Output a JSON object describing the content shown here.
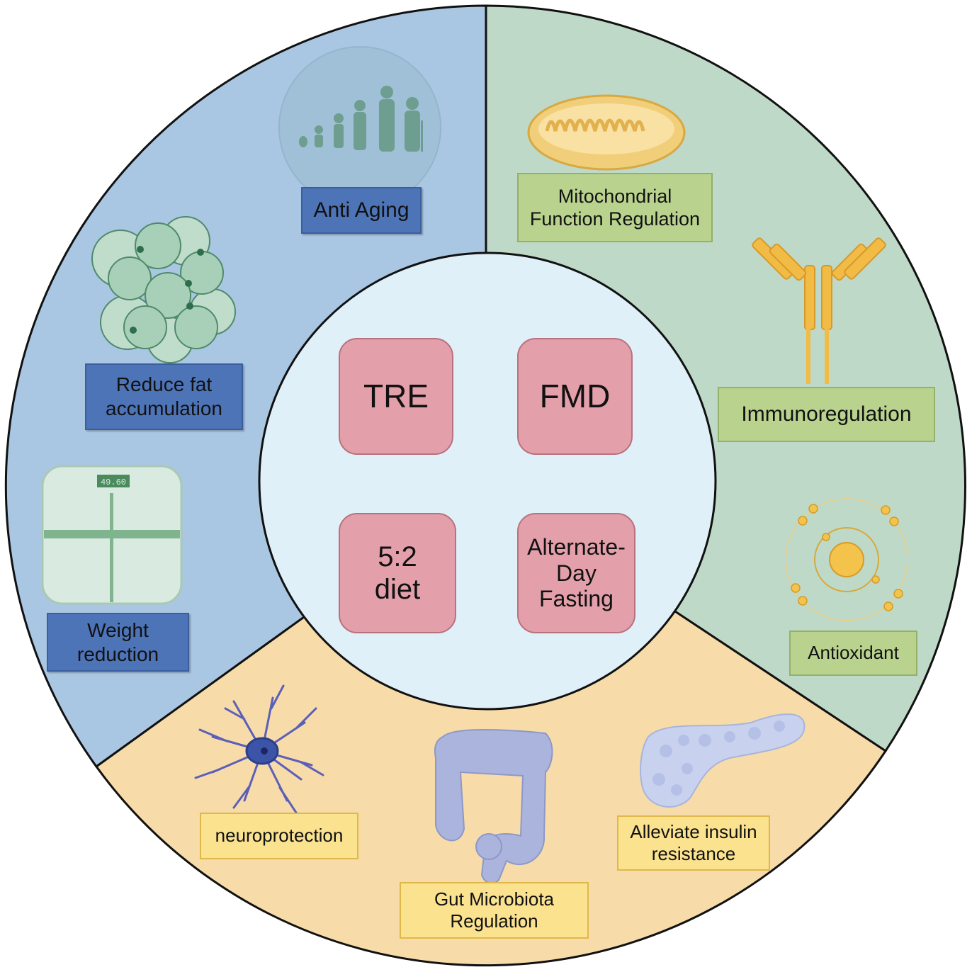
{
  "center": {
    "methods": {
      "tre": "TRE",
      "fmd": "FMD",
      "diet52": "5:2\ndiet",
      "adf": "Alternate-\nDay\nFasting"
    }
  },
  "blue_sector": {
    "anti_aging": "Anti Aging",
    "reduce_fat": "Reduce fat\naccumulation",
    "weight_reduction": "Weight\nreduction",
    "scale_display": "49.60"
  },
  "green_sector": {
    "mitochondrial": "Mitochondrial\nFunction Regulation",
    "immunoregulation": "Immunoregulation",
    "antioxidant": "Antioxidant"
  },
  "yellow_sector": {
    "neuroprotection": "neuroprotection",
    "gut_microbiota": "Gut Microbiota\nRegulation",
    "insulin": "Alleviate insulin\nresistance"
  },
  "colors": {
    "blue_sector": "#a9c6e2",
    "green_sector": "#bfd9c8",
    "yellow_sector": "#f7dcaa",
    "center": "#e0f0f9",
    "method_box": "#e3a0aa"
  },
  "icons": [
    "human-aging-icon",
    "fat-cells-icon",
    "weighing-scale-icon",
    "mitochondrion-icon",
    "antibody-icon",
    "atom-icon",
    "neuron-icon",
    "colon-icon",
    "pancreas-icon"
  ]
}
